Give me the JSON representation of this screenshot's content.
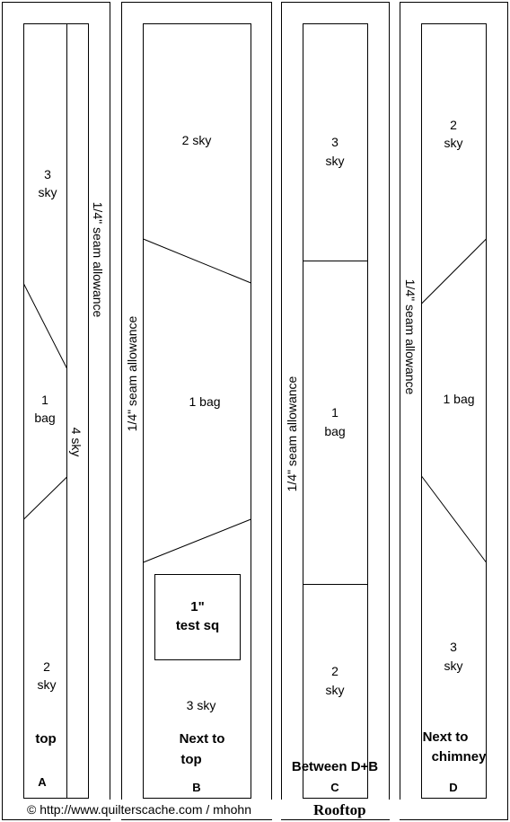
{
  "strips": [
    {
      "id": "A",
      "bottom_label": "top",
      "pieces": [
        {
          "num": "3",
          "fabric": "sky"
        },
        {
          "num": "1",
          "fabric": "bag"
        },
        {
          "num": "2",
          "fabric": "sky"
        }
      ],
      "side_piece": {
        "num": "4",
        "fabric": "sky"
      },
      "seam_label": "1/4\" seam allowance"
    },
    {
      "id": "B",
      "bottom_label": [
        "Next to",
        "top"
      ],
      "pieces": [
        {
          "num": "2",
          "fabric": "sky"
        },
        {
          "num": "1",
          "fabric": "bag"
        },
        {
          "num": "3",
          "fabric": "sky"
        }
      ],
      "test_square": [
        "1\"",
        "test sq"
      ],
      "seam_label": "1/4\" seam allowance"
    },
    {
      "id": "C",
      "bottom_label": "Between D+B",
      "pieces": [
        {
          "num": "3",
          "fabric": "sky"
        },
        {
          "num": "1",
          "fabric": "bag"
        },
        {
          "num": "2",
          "fabric": "sky"
        }
      ],
      "seam_label": "1/4\" seam allowance"
    },
    {
      "id": "D",
      "bottom_label": [
        "Next to",
        "chimney"
      ],
      "pieces": [
        {
          "num": "2",
          "fabric": "sky"
        },
        {
          "num": "1",
          "fabric": "bag"
        },
        {
          "num": "3",
          "fabric": "sky"
        }
      ],
      "seam_label": "1/4\" seam allowance"
    }
  ],
  "footer": {
    "credit": "© http://www.quilterscache.com / mhohn",
    "title": "Rooftop"
  }
}
